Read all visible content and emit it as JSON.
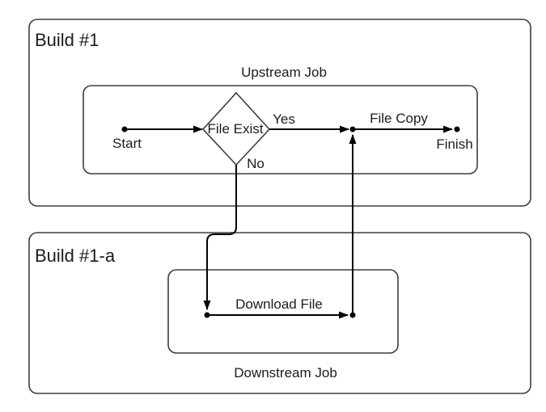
{
  "diagram_type": "flowchart",
  "colors": {
    "background": "#ffffff",
    "box_stroke": "#3d3d3d",
    "edge_stroke": "#000000",
    "text": "#1c1c1c"
  },
  "containers": {
    "build1": {
      "label": "Build #1"
    },
    "build1a": {
      "label": "Build #1-a"
    }
  },
  "groups": {
    "upstream": {
      "label": "Upstream Job"
    },
    "downstream": {
      "label": "Downstream Job"
    }
  },
  "nodes": {
    "start": {
      "label": "Start",
      "type": "terminal-dot"
    },
    "decision": {
      "label": "File Exist",
      "type": "decision-diamond"
    },
    "finish": {
      "label": "Finish",
      "type": "terminal-dot"
    }
  },
  "edge_labels": {
    "yes": "Yes",
    "no": "No",
    "file_copy": "File Copy",
    "download_file": "Download File"
  },
  "flow": [
    "Start -> File Exist",
    "File Exist -Yes-> junction -File Copy-> Finish",
    "File Exist -No-> Downstream Job (Download File) -> junction before File Copy"
  ]
}
